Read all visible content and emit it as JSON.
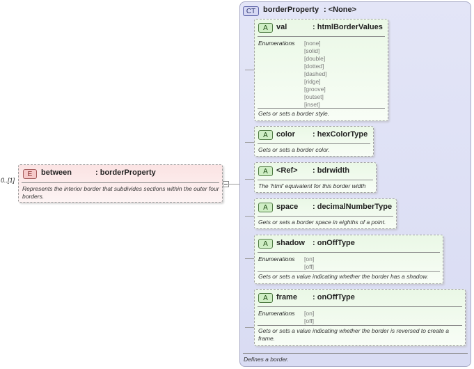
{
  "element": {
    "occurrence": "0..[1]",
    "badge": "E",
    "name": "between",
    "type": ": borderProperty",
    "doc": "Represents the interior border that subdivides sections within the outer four borders."
  },
  "complex_type": {
    "badge": "CT",
    "name": "borderProperty",
    "type": ": <None>",
    "doc": "Defines a border."
  },
  "attributes": [
    {
      "badge": "A",
      "name": "val",
      "type": ": htmlBorderValues",
      "enum_label": "Enumerations",
      "enumerations": [
        "[none]",
        "[solid]",
        "[double]",
        "[dotted]",
        "[dashed]",
        "[ridge]",
        "[groove]",
        "[outset]",
        "[inset]"
      ],
      "doc": "Gets or sets a border style."
    },
    {
      "badge": "A",
      "name": "color",
      "type": ": hexColorType",
      "doc": "Gets or sets a border color."
    },
    {
      "badge": "A",
      "name": "<Ref>",
      "type": ": bdrwidth",
      "doc": "The 'html' equivalent for this border width"
    },
    {
      "badge": "A",
      "name": "space",
      "type": ": decimalNumberType",
      "doc": "Gets or sets a border space in eighths of a point."
    },
    {
      "badge": "A",
      "name": "shadow",
      "type": ": onOffType",
      "enum_label": "Enumerations",
      "enumerations": [
        "[on]",
        "[off]"
      ],
      "doc": "Gets or sets a value indicating whether the border has a shadow."
    },
    {
      "badge": "A",
      "name": "frame",
      "type": ": onOffType",
      "enum_label": "Enumerations",
      "enumerations": [
        "[on]",
        "[off]"
      ],
      "doc": "Gets or sets a value indicating whether the border is reversed to create a frame."
    }
  ]
}
